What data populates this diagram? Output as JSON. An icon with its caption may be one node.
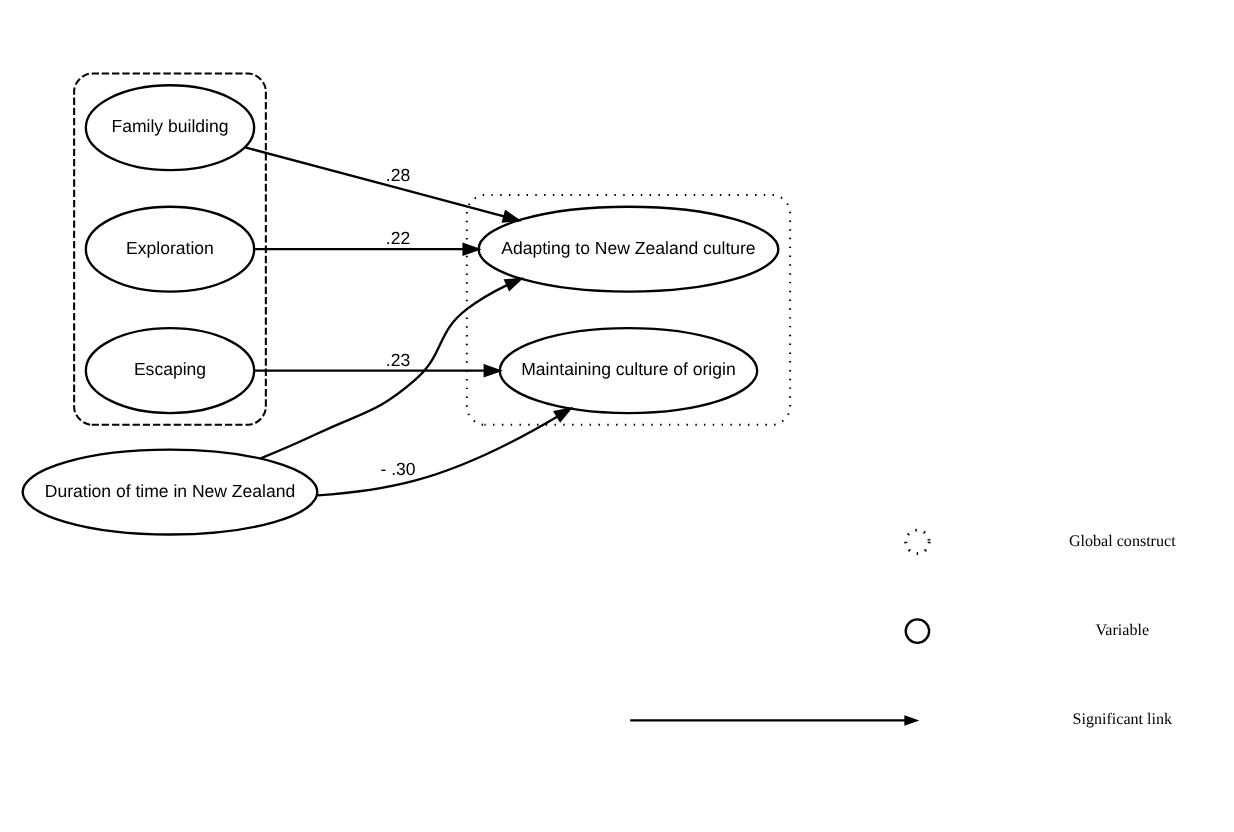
{
  "diagram": {
    "nodes": [
      {
        "text": [],
        "shape": "ellipse"
      },
      {
        "text": [
          "Family building"
        ],
        "in": 0
      },
      {
        "text": [
          "Exploration"
        ],
        "in": 0
      },
      {
        "text": [
          "Escaping"
        ],
        "in": 0
      },
      {
        "text": [],
        "shape": "ellipse"
      },
      {
        "text": [
          "Adapting to New Zealand culture"
        ],
        "in": 4
      },
      {
        "text": [
          "Maintaining culture of origin"
        ],
        "in": 4
      },
      {
        "text": [
          "Duration of time in New Zealand"
        ]
      }
    ],
    "edges": [
      {
        "from": 7,
        "to": 5,
        "arrow": "to"
      },
      {
        "from": 1,
        "to": 5,
        "arrow": "to",
        "label": ".28"
      },
      {
        "from": 2,
        "to": 5,
        "arrow": "to",
        "label": ".22"
      },
      {
        "from": 3,
        "to": 6,
        "arrow": "to",
        "label": ".23"
      },
      {
        "from": 7,
        "to": 6,
        "arrow": "to",
        "label": "- .30"
      }
    ],
    "legend": [
      {
        "text": "Global construct"
      },
      {
        "text": "Variable"
      },
      {
        "text": "Significant link"
      }
    ]
  }
}
